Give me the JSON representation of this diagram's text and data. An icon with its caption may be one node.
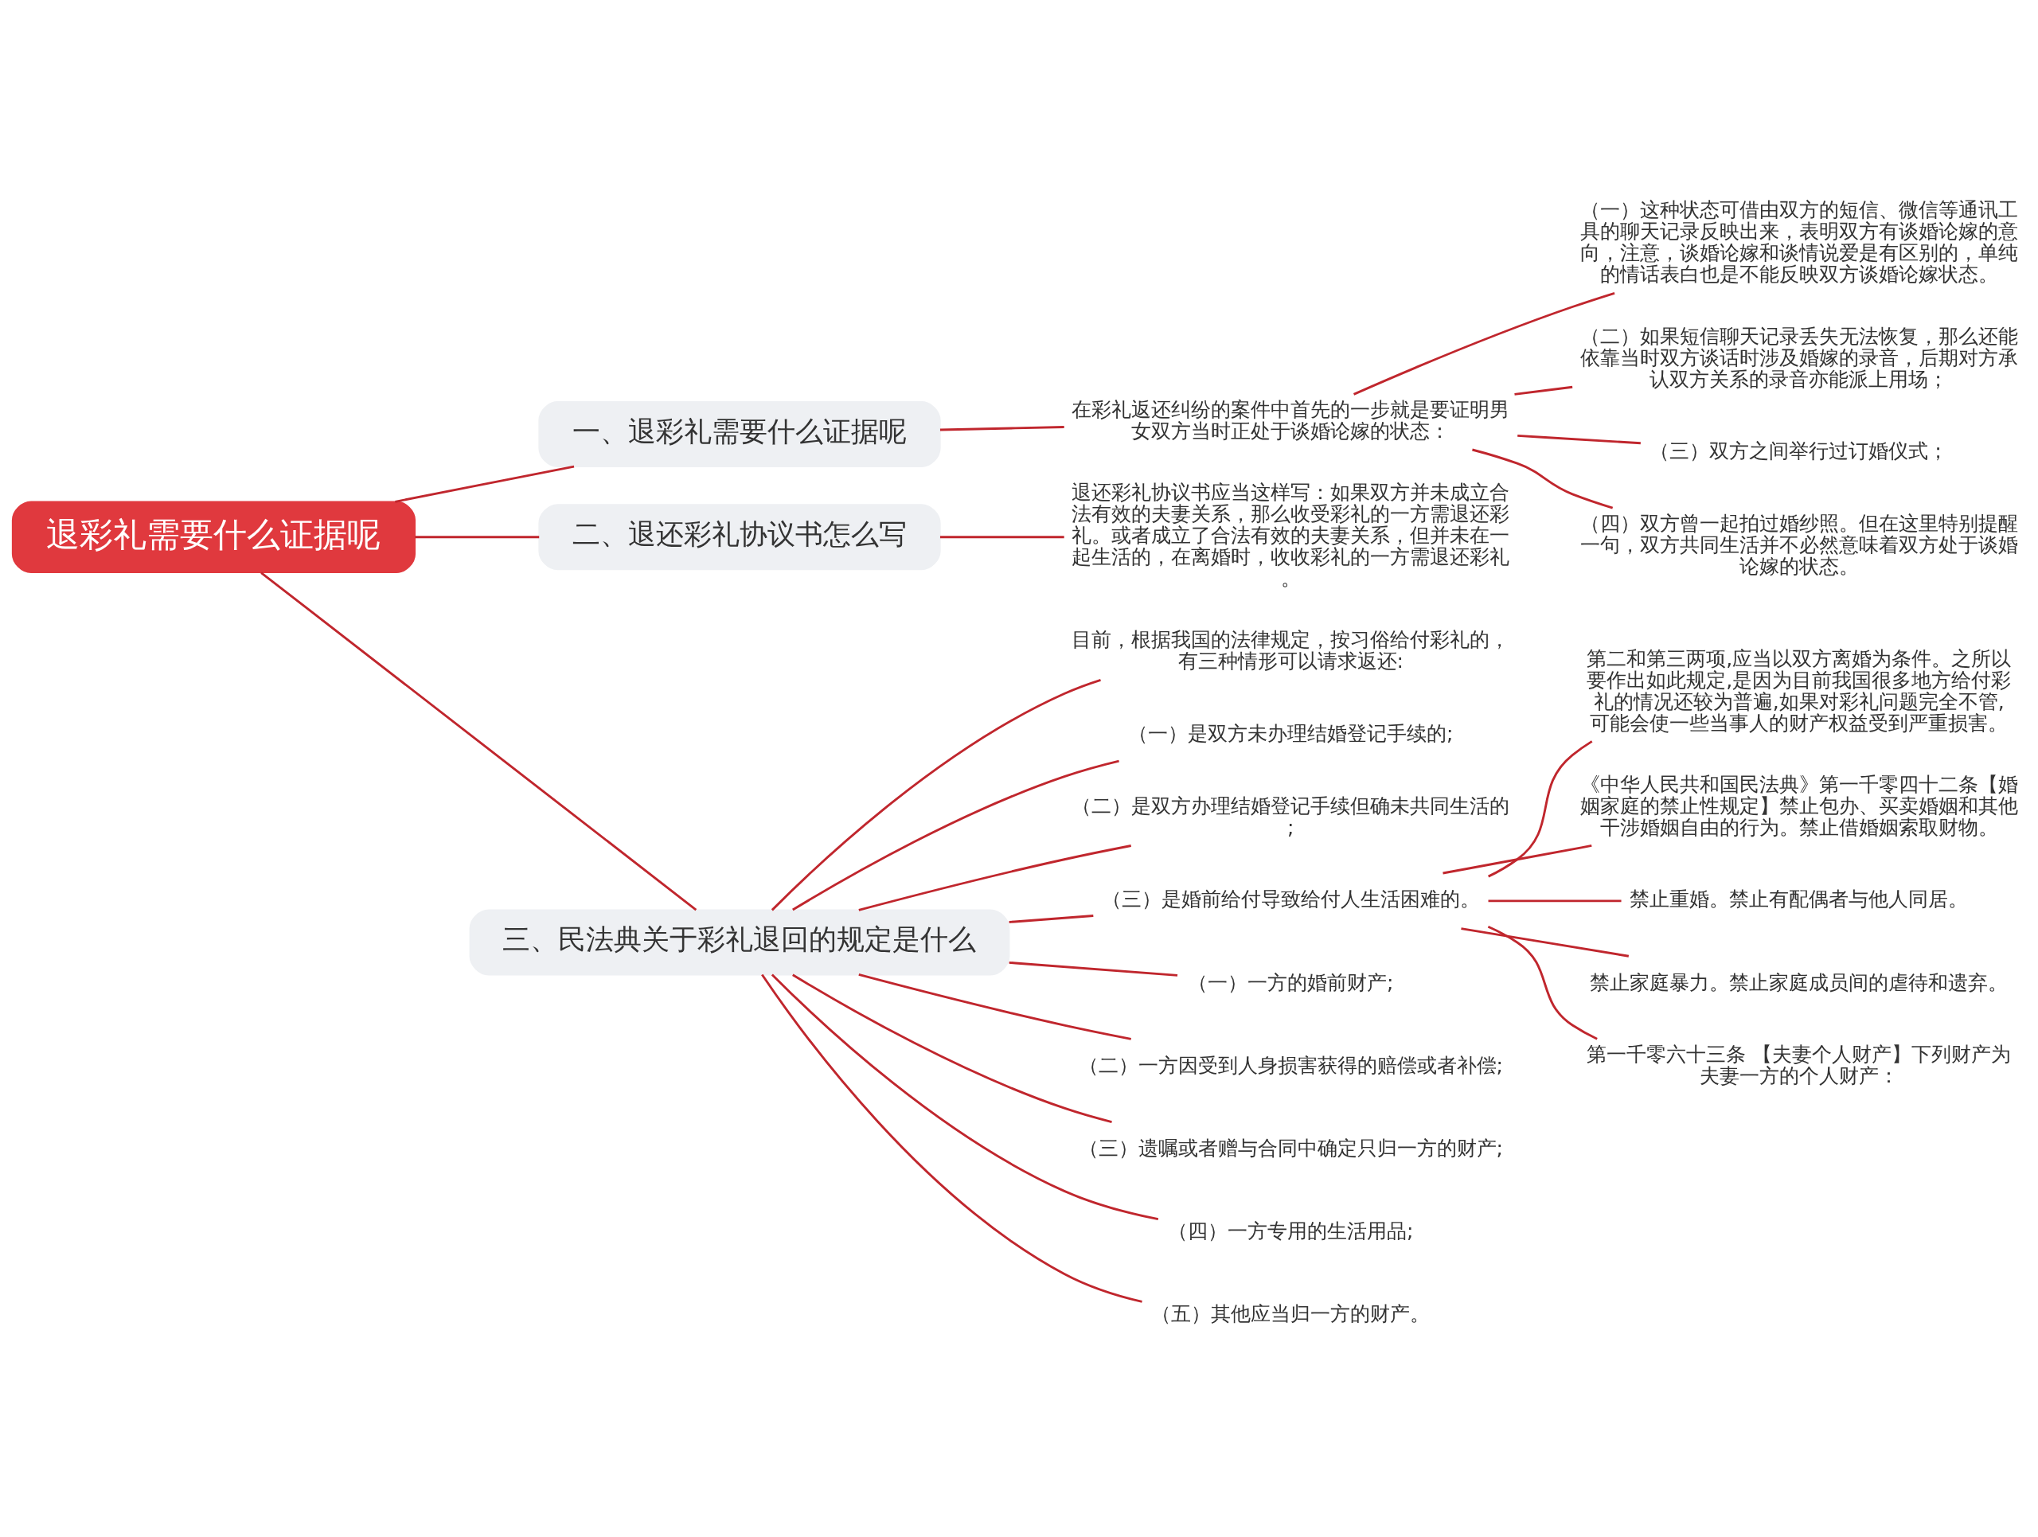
{
  "diagram": {
    "nodes": [
      {
        "text": [
          "退彩礼需要什么证据呢"
        ]
      },
      {
        "text": [
          "一、退彩礼需要什么证据呢"
        ]
      },
      {
        "text": [
          "在彩礼返还纠纷的案件中首先的一步就是要证明男女双方当时正处于谈婚论嫁的状态："
        ]
      },
      {
        "text": [
          "（一）这种状态可借由双方的短信、微信等通讯工具的聊天记录反映出来，表明双方有谈婚论嫁的意向，注意，谈婚论嫁和谈情说爱是有区别的，单纯的情话表白也是不能反映双方谈婚论嫁状态。"
        ]
      },
      {
        "text": [
          "（二）如果短信聊天记录丢失无法恢复，那么还能依靠当时双方谈话时涉及婚嫁的录音，后期对方承认双方关系的录音亦能派上用场；"
        ]
      },
      {
        "text": [
          "（三）双方之间举行过订婚仪式；"
        ]
      },
      {
        "text": [
          "（四）双方曾一起拍过婚纱照。但在这里特别提醒一句，双方共同生活并不必然意味着双方处于谈婚论嫁的状态。"
        ]
      },
      {
        "text": [
          "二、退还彩礼协议书怎么写"
        ]
      },
      {
        "text": [
          "退还彩礼协议书应当这样写：如果双方并未成立合法有效的夫妻关系，那么收受彩礼的一方需退还彩礼。或者成立了合法有效的夫妻关系，但并未在一起生活的，在离婚时，收收彩礼的一方需退还彩礼。"
        ]
      },
      {
        "text": [
          "三、民法典关于彩礼退回的规定是什么"
        ]
      },
      {
        "text": [
          "目前，根据我国的法律规定，按习俗给付彩礼的，有三种情形可以请求返还:"
        ]
      },
      {
        "text": [
          "（一）是双方未办理结婚登记手续的;"
        ]
      },
      {
        "text": [
          "（二）是双方办理结婚登记手续但确未共同生活的;"
        ]
      },
      {
        "text": [
          "（三）是婚前给付导致给付人生活困难的。"
        ]
      },
      {
        "text": [
          "第二和第三两项,应当以双方离婚为条件。之所以要作出如此规定,是因为目前我国很多地方给付彩礼的情况还较为普遍,如果对彩礼问题完全不管,可能会使一些当事人的财产权益受到严重损害。"
        ]
      },
      {
        "text": [
          "《中华人民共和国民法典》第一千零四十二条【婚姻家庭的禁止性规定】禁止包办、买卖婚姻和其他干涉婚姻自由的行为。禁止借婚姻索取财物。"
        ]
      },
      {
        "text": [
          "禁止重婚。禁止有配偶者与他人同居。"
        ]
      },
      {
        "text": [
          "禁止家庭暴力。禁止家庭成员间的虐待和遗弃。"
        ]
      },
      {
        "text": [
          "第一千零六十三条 【夫妻个人财产】下列财产为夫妻一方的个人财产："
        ]
      },
      {
        "text": [
          "（一）一方的婚前财产;"
        ]
      },
      {
        "text": [
          "（二）一方因受到人身损害获得的赔偿或者补偿;"
        ]
      },
      {
        "text": [
          "（三）遗嘱或者赠与合同中确定只归一方的财产;"
        ]
      },
      {
        "text": [
          "（四）一方专用的生活用品;"
        ]
      },
      {
        "text": [
          "（五）其他应当归一方的财产。"
        ]
      }
    ],
    "edges": [
      {
        "from": 0,
        "to": 1,
        "arrow": "none"
      },
      {
        "from": 1,
        "to": 2,
        "arrow": "none"
      },
      {
        "from": 2,
        "to": 3,
        "arrow": "none"
      },
      {
        "from": 2,
        "to": 4,
        "arrow": "none"
      },
      {
        "from": 2,
        "to": 5,
        "arrow": "none"
      },
      {
        "from": 2,
        "to": 6,
        "arrow": "none"
      },
      {
        "from": 0,
        "to": 7,
        "arrow": "none"
      },
      {
        "from": 7,
        "to": 8,
        "arrow": "none"
      },
      {
        "from": 0,
        "to": 9,
        "arrow": "none"
      },
      {
        "from": 9,
        "to": 10,
        "arrow": "none"
      },
      {
        "from": 9,
        "to": 11,
        "arrow": "none"
      },
      {
        "from": 9,
        "to": 12,
        "arrow": "none"
      },
      {
        "from": 9,
        "to": 13,
        "arrow": "none"
      },
      {
        "from": 13,
        "to": 14,
        "arrow": "none"
      },
      {
        "from": 13,
        "to": 15,
        "arrow": "none"
      },
      {
        "from": 13,
        "to": 16,
        "arrow": "none"
      },
      {
        "from": 13,
        "to": 17,
        "arrow": "none"
      },
      {
        "from": 13,
        "to": 18,
        "arrow": "none"
      },
      {
        "from": 9,
        "to": 19,
        "arrow": "none"
      },
      {
        "from": 9,
        "to": 20,
        "arrow": "none"
      },
      {
        "from": 9,
        "to": 21,
        "arrow": "none"
      },
      {
        "from": 9,
        "to": 22,
        "arrow": "none"
      },
      {
        "from": 9,
        "to": 23,
        "arrow": "none"
      }
    ]
  }
}
